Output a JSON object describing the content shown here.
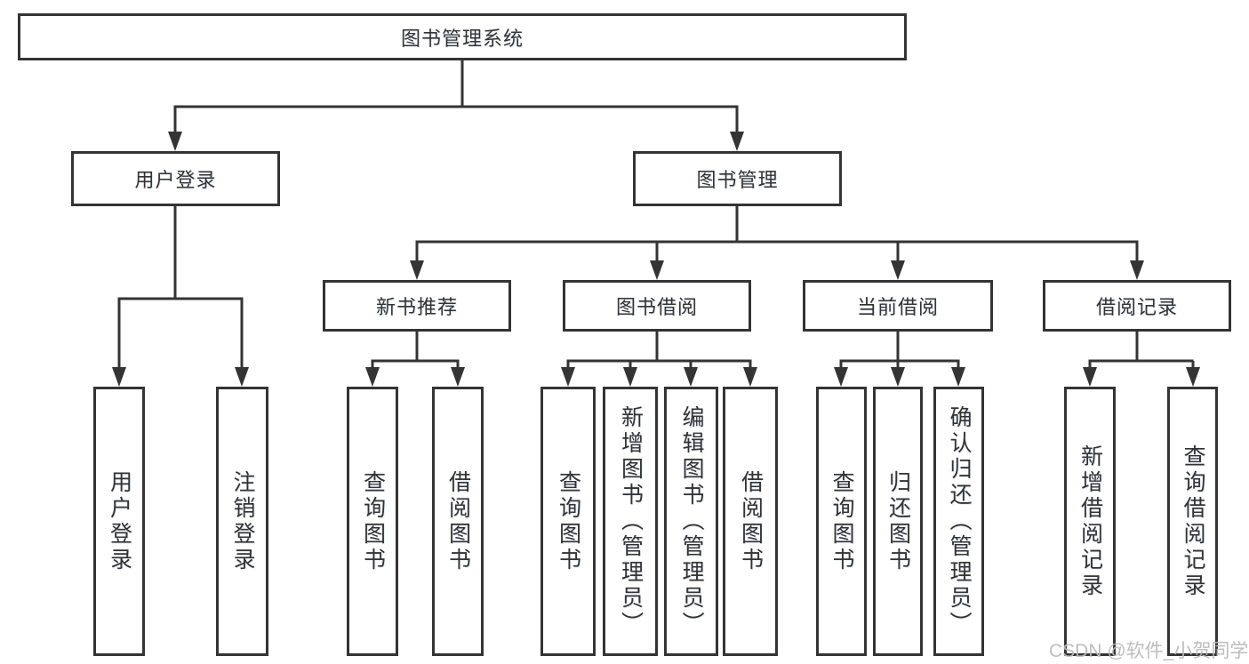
{
  "diagram": {
    "root": {
      "label": "图书管理系统"
    },
    "branches": [
      {
        "label": "用户登录",
        "children": [
          {
            "label": "用户登录"
          },
          {
            "label": "注销登录"
          }
        ]
      },
      {
        "label": "图书管理",
        "children": [
          {
            "label": "新书推荐",
            "children": [
              {
                "label": "查询图书"
              },
              {
                "label": "借阅图书"
              }
            ]
          },
          {
            "label": "图书借阅",
            "children": [
              {
                "label": "查询图书"
              },
              {
                "label": "新增图书（管理员）"
              },
              {
                "label": "编辑图书（管理员）"
              },
              {
                "label": "借阅图书"
              }
            ]
          },
          {
            "label": "当前借阅",
            "children": [
              {
                "label": "查询图书"
              },
              {
                "label": "归还图书"
              },
              {
                "label": "确认归还（管理员）"
              }
            ]
          },
          {
            "label": "借阅记录",
            "children": [
              {
                "label": "新增借阅记录"
              },
              {
                "label": "查询借阅记录"
              }
            ]
          }
        ]
      }
    ]
  },
  "watermark": {
    "text": "CSDN @软件_小贺同学"
  },
  "colors": {
    "line": "#343434",
    "text": "#333333",
    "box_background": "#ffffff",
    "watermark": "#b9b9b9"
  }
}
